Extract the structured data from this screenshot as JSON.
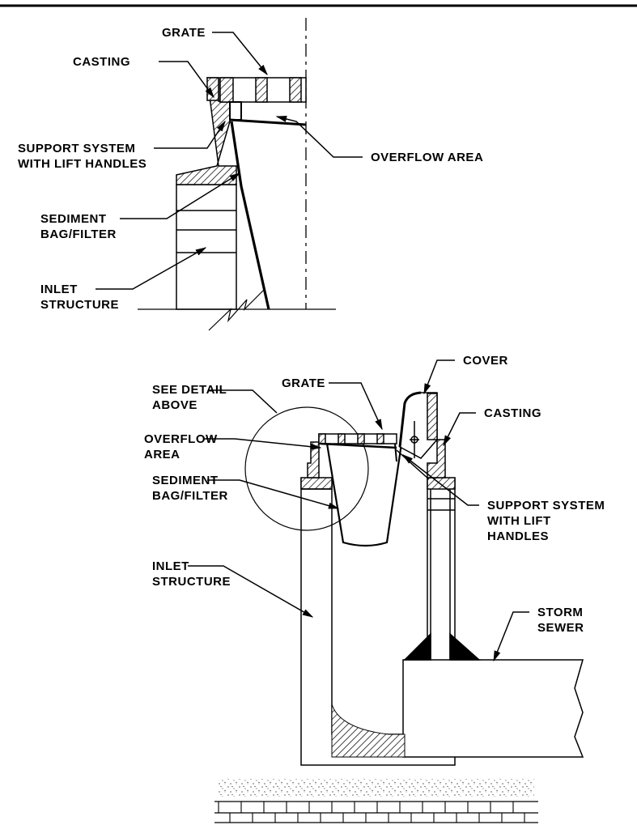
{
  "top_detail": {
    "grate": "GRATE",
    "casting": "CASTING",
    "support_line1": "SUPPORT SYSTEM",
    "support_line2": "WITH LIFT HANDLES",
    "overflow": "OVERFLOW AREA",
    "sediment_line1": "SEDIMENT",
    "sediment_line2": "BAG/FILTER",
    "inlet_line1": "INLET",
    "inlet_line2": "STRUCTURE"
  },
  "bottom_detail": {
    "cover": "COVER",
    "grate": "GRATE",
    "see_detail_line1": "SEE DETAIL",
    "see_detail_line2": "ABOVE",
    "casting": "CASTING",
    "overflow_line1": "OVERFLOW",
    "overflow_line2": "AREA",
    "sediment_line1": "SEDIMENT",
    "sediment_line2": "BAG/FILTER",
    "support_line1": "SUPPORT SYSTEM",
    "support_line2": "WITH LIFT",
    "support_line3": "HANDLES",
    "inlet_line1": "INLET",
    "inlet_line2": "STRUCTURE",
    "storm_line1": "STORM",
    "storm_line2": "SEWER"
  }
}
